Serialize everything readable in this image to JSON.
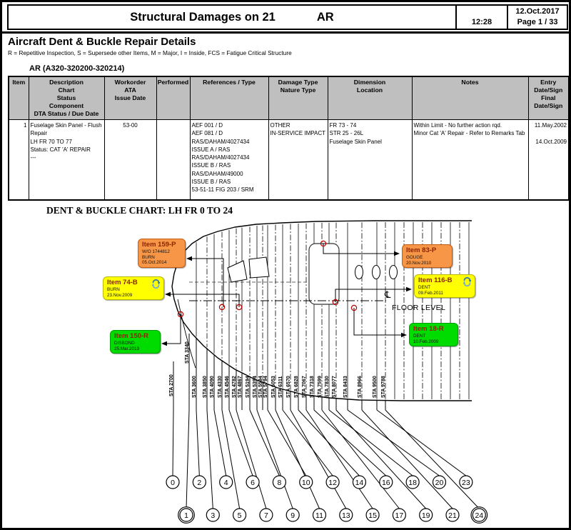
{
  "header": {
    "title": "Structural Damages on 21",
    "title_right": "AR",
    "time": "12:28",
    "date": "12.Oct.2017",
    "page": "Page 1 / 33"
  },
  "intro": {
    "title": "Aircraft Dent & Buckle Repair Details",
    "legend": "R = Repetitive Inspection, S = Supersede other Items, M = Major, I = Inside, FCS = Fatigue Critical Structure",
    "aircraft": "AR (A320-320200-320214)"
  },
  "table": {
    "columns": [
      {
        "lines": [
          "Item"
        ]
      },
      {
        "lines": [
          "Description",
          "Chart",
          "Status",
          "Component",
          "DTA Status / Due Date"
        ]
      },
      {
        "lines": [
          "Workorder",
          "ATA",
          "Issue Date"
        ]
      },
      {
        "lines": [
          "Performed"
        ]
      },
      {
        "lines": [
          "References / Type"
        ]
      },
      {
        "lines": [
          "Damage Type",
          "Nature Type"
        ]
      },
      {
        "lines": [
          "Dimension",
          "Location"
        ]
      },
      {
        "lines": [
          "Notes"
        ]
      },
      {
        "lines": [
          "Entry",
          "Date/Sign",
          "Final",
          "Date/Sign"
        ]
      }
    ],
    "rows": [
      {
        "item": "1",
        "description": [
          "Fuselage Skin Panel - Flush",
          "Repair",
          "LH FR 70 TO 77",
          "Status: CAT 'A' REPAIR",
          "---"
        ],
        "workorder": "53-00",
        "performed": "",
        "references": [
          "AEF 001 / D",
          "AEF 081 / D",
          "RAS/DAHAM/4027434",
          "ISSUE A / RAS",
          "RAS/DAHAM/4027434",
          "ISSUE B / RAS",
          "RAS/DAHAM/49000",
          "ISSUE B / RAS",
          "53-51-11 FIG 203 / SRM"
        ],
        "damage": [
          "OTHER",
          "IN-SERVICE IMPACT"
        ],
        "dimension": [
          "FR 73 - 74",
          "STR 25 - 26L",
          "Fuselage Skin Panel"
        ],
        "notes": [
          "Within Limit - No further action rqd.",
          "Minor Cat 'A' Repair - Refer to Remarks Tab"
        ],
        "entry": [
          "11.May.2002",
          "",
          "14.Oct.2009"
        ]
      }
    ]
  },
  "chart": {
    "title": "DENT & BUCKLE CHART: LH FR 0 TO 24",
    "floor_label": "FLOOR LEVEL",
    "centerline_symbol": "℄",
    "items": [
      {
        "label": "Item 159-P",
        "lines": [
          "W/O 1744812",
          "BURN",
          "05.Oct.2014"
        ],
        "fill": "#F79646",
        "border": "#C55A11",
        "has_refresh": false
      },
      {
        "label": "Item 74-B",
        "lines": [
          "BURN",
          "23.Nov.2009"
        ],
        "fill": "#FFFF00",
        "border": "#B8B800",
        "has_refresh": true
      },
      {
        "label": "Item 150-R",
        "lines": [
          "DISBOND",
          "25.Mar.2013"
        ],
        "fill": "#00DB00",
        "border": "#009E00",
        "has_refresh": false
      },
      {
        "label": "Item 83-P",
        "lines": [
          "GOUGE",
          "20.Nov.2010"
        ],
        "fill": "#F79646",
        "border": "#C55A11",
        "has_refresh": false
      },
      {
        "label": "Item 116-B",
        "lines": [
          "DENT",
          "09.Feb.2011"
        ],
        "fill": "#FFFF00",
        "border": "#B8B800",
        "has_refresh": true
      },
      {
        "label": "Item 18-R",
        "lines": [
          "DENT",
          "10.Feb.2009"
        ],
        "fill": "#00DB00",
        "border": "#009E00",
        "has_refresh": false
      }
    ],
    "stations": [
      "STA 2700",
      "STA 3340",
      "STA 3600",
      "STA 3850",
      "STA 4090",
      "STA 4330",
      "STA 4546",
      "STA 4782",
      "STA 4867",
      "STA 5194",
      "STA 5394",
      "STA 5594",
      "STA 5794",
      "STA 6053",
      "STA 6311",
      "STA 6570",
      "STA 6828",
      "STA 7067",
      "STA 7318",
      "STA 7599",
      "STA 7830",
      "STA 8077",
      "STA 8433",
      "STA 8966",
      "STA 9500",
      "STA 9788"
    ],
    "frames_top": [
      "0",
      "2",
      "4",
      "6",
      "8",
      "10",
      "12",
      "14",
      "16",
      "18",
      "20",
      "23"
    ],
    "frames_bottom": [
      "1",
      "3",
      "5",
      "7",
      "9",
      "11",
      "13",
      "15",
      "17",
      "19",
      "21",
      "24"
    ]
  },
  "colors": {
    "table_header_bg": "#BFBFBF",
    "marker_red": "#C00000",
    "item_title_text": "#8B2500",
    "refresh_icon_blue": "#2E75B6"
  }
}
